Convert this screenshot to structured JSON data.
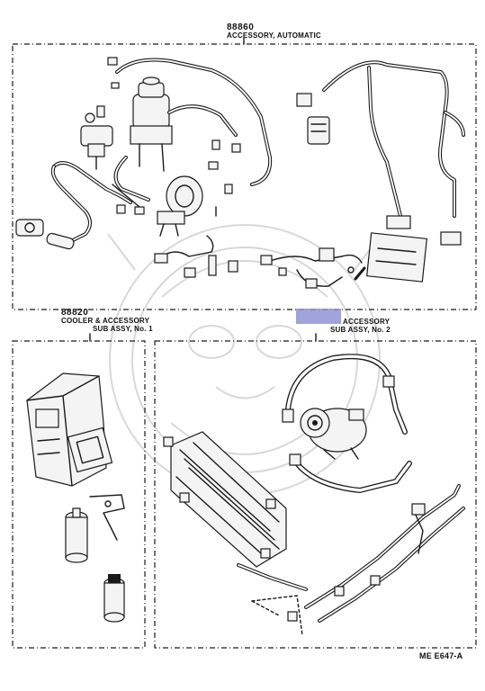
{
  "groups": [
    {
      "part_number": "88860",
      "name": "ACCESSORY, AUTOMATIC"
    },
    {
      "part_number": "88820",
      "name_line1": "COOLER & ACCESSORY",
      "name_line2": "SUB ASSY, No. 1"
    },
    {
      "part_number": "",
      "name_line1": "ACCESSORY",
      "name_line2": "SUB ASSY, No. 2"
    }
  ],
  "diagram_code": "ME  E647-A",
  "colors": {
    "line": "#1a1a1a",
    "highlight": "#8f93d6",
    "watermark": "#d8d8d8",
    "background": "#ffffff"
  }
}
